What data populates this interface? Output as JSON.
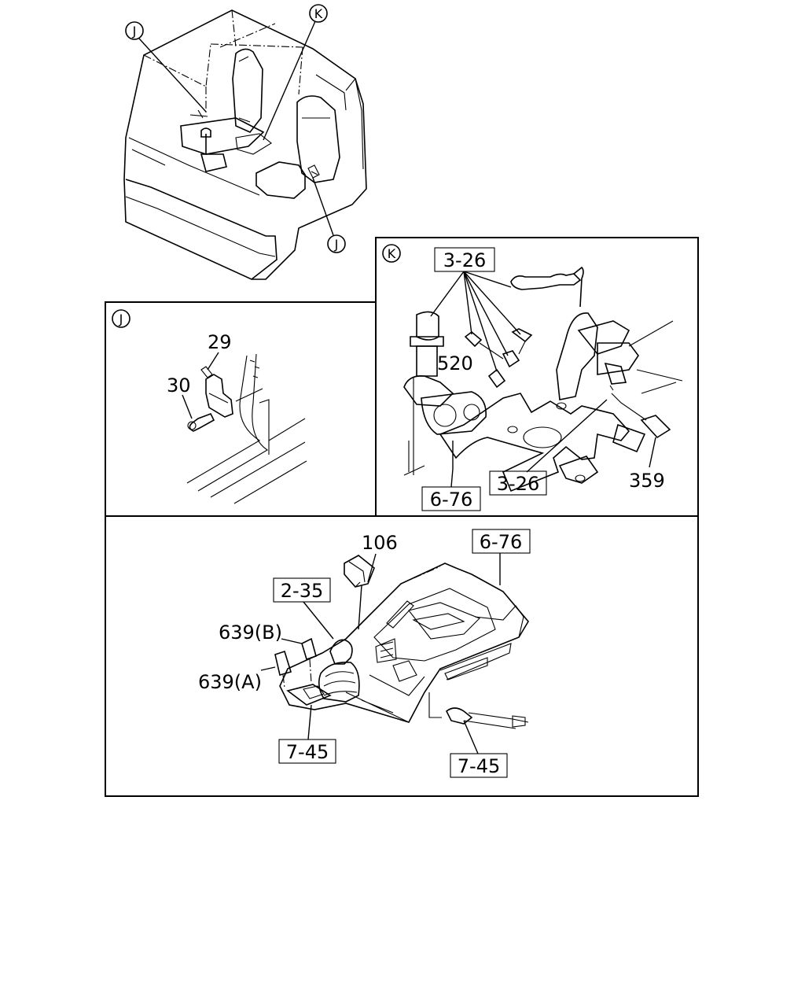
{
  "callouts": {
    "j_top": "J",
    "k_top": "K",
    "j_bottom": "J",
    "k_panel": "K",
    "j_panel": "J"
  },
  "labels": {
    "p29": "29",
    "p30": "30",
    "p520": "520",
    "p359": "359",
    "p106": "106",
    "p639b": "639(B)",
    "p639a": "639(A)"
  },
  "refs": {
    "r326a": "3-26",
    "r326b": "3-26",
    "r676a": "6-76",
    "r676b": "6-76",
    "r235": "2-35",
    "r745a": "7-45",
    "r745b": "7-45"
  }
}
